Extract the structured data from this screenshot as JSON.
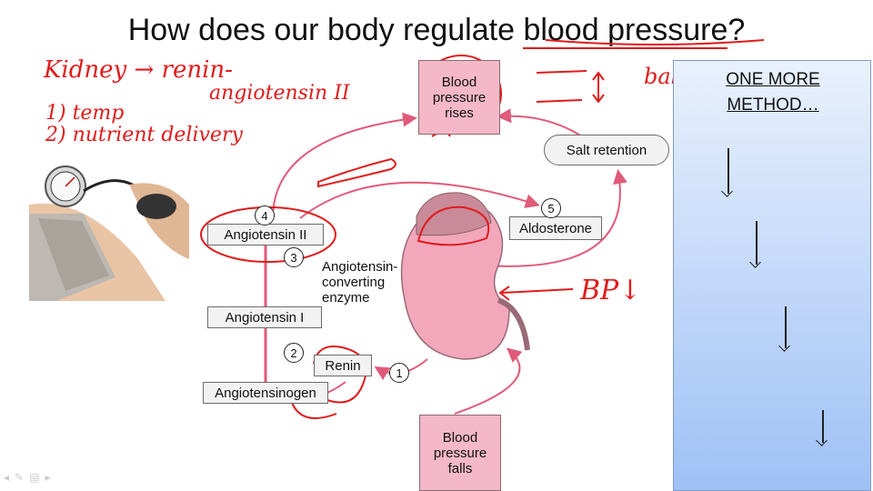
{
  "title": {
    "before": "How does our body regulate ",
    "underlined": "blood pressure",
    "after": "?"
  },
  "diagram": {
    "bp_rises": "Blood\npressure\nrises",
    "bp_falls": "Blood\npressure\nfalls",
    "salt_retention": "Salt retention",
    "aldosterone": "Aldosterone",
    "angiotensin_ii": "Angiotensin II",
    "angiotensin_i": "Angiotensin I",
    "angiotensinogen": "Angiotensinogen",
    "renin": "Renin",
    "ace": "Angiotensin-\nconverting\nenzyme",
    "steps": [
      "1",
      "2",
      "3",
      "4",
      "5"
    ]
  },
  "annotations": {
    "line1": "Kidney → renin-",
    "line2": "angiotensin II",
    "line3": "1) temp",
    "line4": "2) nutrient delivery",
    "balance": "balance",
    "bp_down": "BP↓"
  },
  "panel": {
    "title_line1": "ONE MORE",
    "title_line2": "METHOD…"
  },
  "colors": {
    "annotation": "#e01b1b",
    "arrow": "#e05a7a",
    "pink_box": "#f4b8c8",
    "kidney": "#f2a7bb"
  }
}
